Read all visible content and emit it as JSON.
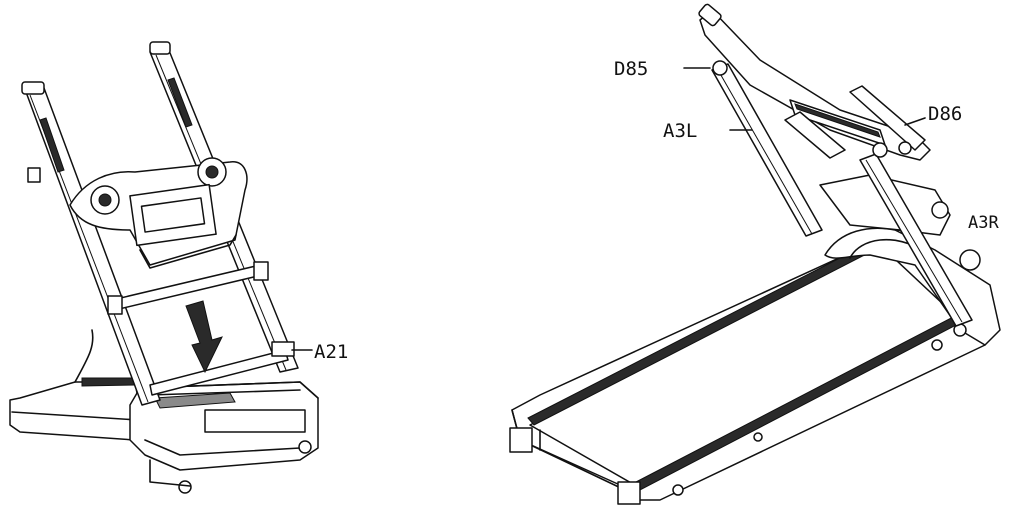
{
  "figures": {
    "left": {
      "callouts": [
        {
          "id": "a21",
          "text": "A21"
        }
      ]
    },
    "right": {
      "callouts": [
        {
          "id": "d85",
          "text": "D85"
        },
        {
          "id": "a3l",
          "text": "A3L"
        },
        {
          "id": "d86",
          "text": "D86"
        },
        {
          "id": "a3r",
          "text": "A3R"
        }
      ]
    }
  },
  "colors": {
    "line": "#111111",
    "background": "#ffffff",
    "fill_dark": "#2a2a2a"
  }
}
